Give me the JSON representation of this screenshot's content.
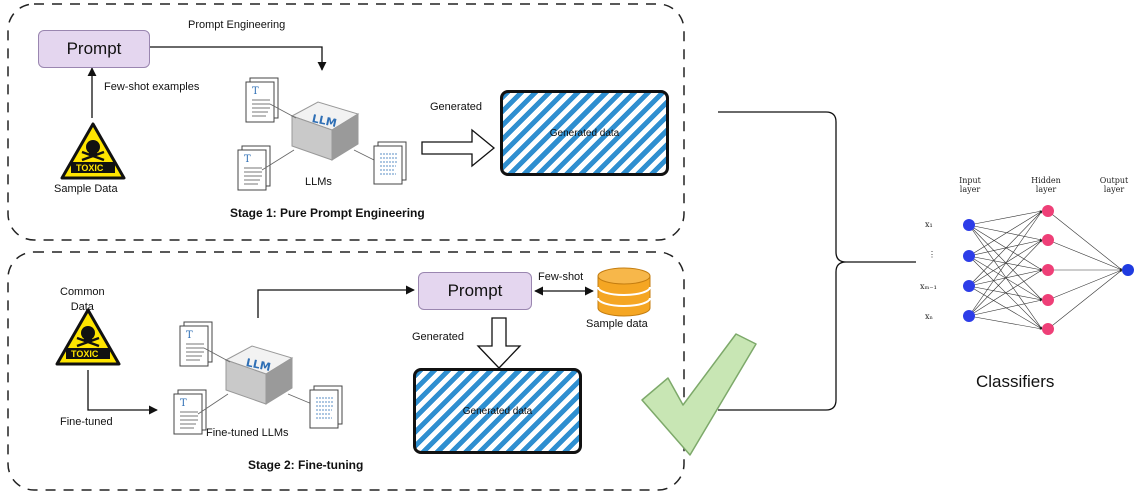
{
  "stage1": {
    "title": "Stage 1: Pure Prompt Engineering",
    "prompt_label": "Prompt",
    "prompt_engineering_label": "Prompt Engineering",
    "few_shot_examples_label": "Few-shot examples",
    "toxic_label": "TOXIC",
    "sample_data_label": "Sample Data",
    "llm_label": "LLM",
    "llms_label": "LLMs",
    "generated_label": "Generated",
    "generated_data_label": "Generated data"
  },
  "stage2": {
    "title": "Stage 2: Fine-tuning",
    "common_data_line1": "Common",
    "common_data_line2": "Data",
    "toxic_label": "TOXIC",
    "fine_tuned_label": "Fine-tuned",
    "llm_label": "LLM",
    "fine_tuned_llms_label": "Fine-tuned LLMs",
    "prompt_label": "Prompt",
    "few_shot_label": "Few-shot",
    "sample_data_label": "Sample data",
    "generated_label": "Generated",
    "generated_data_label": "Generated data"
  },
  "classifier": {
    "title": "Classifiers",
    "input_layer": "Input layer",
    "hidden_layer": "Hidden layer",
    "output_layer": "Output layer",
    "x_labels": [
      "x₁",
      "⋮",
      "xₘ₋₁",
      "xₙ"
    ]
  },
  "colors": {
    "hatch_blue": "#2f8fd0",
    "prompt_fill": "#e4d6ef",
    "toxic_yellow": "#ffe500",
    "database_orange": "#f5a623",
    "check_green": "#c8e6b4",
    "input_node": "#2d3de8",
    "hidden_node": "#ee3f77",
    "output_node": "#1f3be0"
  },
  "icons": [
    "warning-toxic-icon",
    "document-icon",
    "llm-cube-icon",
    "database-icon",
    "checkmark-icon",
    "neural-network-icon"
  ]
}
